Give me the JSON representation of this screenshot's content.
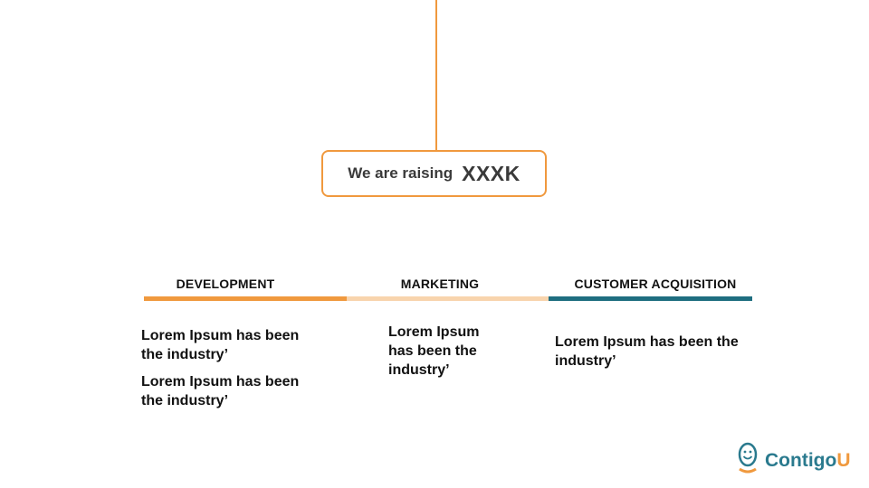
{
  "raise": {
    "label": "We are raising",
    "amount": "XXXK"
  },
  "columns": [
    {
      "title": "DEVELOPMENT",
      "color": "#f0993e",
      "items": [
        "Lorem Ipsum has been the industry’",
        "Lorem Ipsum has been the industry’"
      ]
    },
    {
      "title": "MARKETING",
      "color": "#f8d4ad",
      "items": [
        "Lorem Ipsum has been the industry’"
      ]
    },
    {
      "title": "CUSTOMER ACQUISITION",
      "color": "#1f6e80",
      "items": [
        "Lorem Ipsum has been the industry’"
      ]
    }
  ],
  "logo": {
    "name_main": "Contigo",
    "name_accent": "U",
    "icon": "smiley-figure-icon"
  },
  "colors": {
    "accent_orange": "#f0993e",
    "light_peach": "#f8d4ad",
    "teal": "#1f6e80"
  }
}
